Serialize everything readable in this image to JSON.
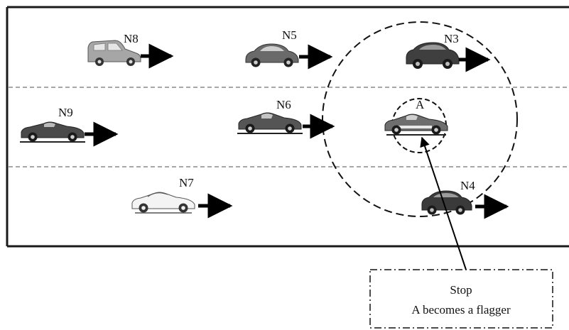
{
  "vehicles": [
    {
      "id": "n8",
      "label": "N8",
      "style": "van",
      "body": "#9a9a9a"
    },
    {
      "id": "n5",
      "label": "N5",
      "style": "beetle",
      "body": "#6a6a6a"
    },
    {
      "id": "n3",
      "label": "N3",
      "style": "compact",
      "body": "#3f3f3f"
    },
    {
      "id": "n9",
      "label": "N9",
      "style": "roadster",
      "body": "#4a4a4a"
    },
    {
      "id": "n6",
      "label": "N6",
      "style": "roadster",
      "body": "#555555"
    },
    {
      "id": "a",
      "label": "A",
      "style": "roadster",
      "body": "#6e6e6e"
    },
    {
      "id": "n7",
      "label": "N7",
      "style": "roadster",
      "body": "#f2f2f2"
    },
    {
      "id": "n4",
      "label": "N4",
      "style": "compact",
      "body": "#3a3a3a"
    }
  ],
  "callout": {
    "line1": "Stop",
    "line2": "A becomes a flagger"
  },
  "colors": {
    "road_border": "#1a1a1a",
    "lane_divider": "#8a8a8a",
    "arrow": "#000000",
    "range_circle": "#111111"
  }
}
